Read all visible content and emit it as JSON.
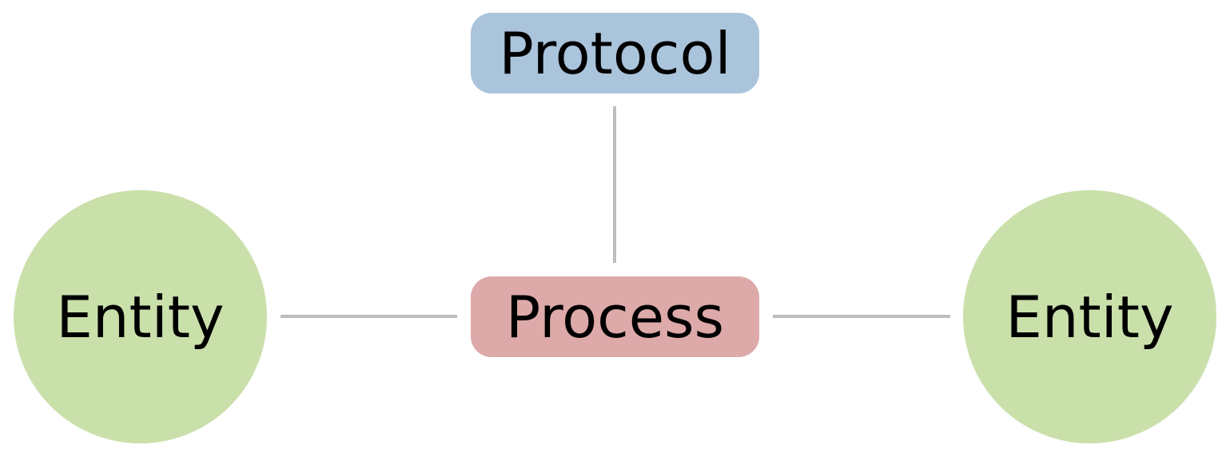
{
  "diagram": {
    "protocol_label": "Protocol",
    "process_label": "Process",
    "entity_left_label": "Entity",
    "entity_right_label": "Entity"
  },
  "colors": {
    "protocol_fill": "#aac4dc",
    "process_fill": "#dda9a9",
    "entity_fill": "#cae0ab",
    "connector": "#bdbdbd",
    "text": "#000000"
  }
}
